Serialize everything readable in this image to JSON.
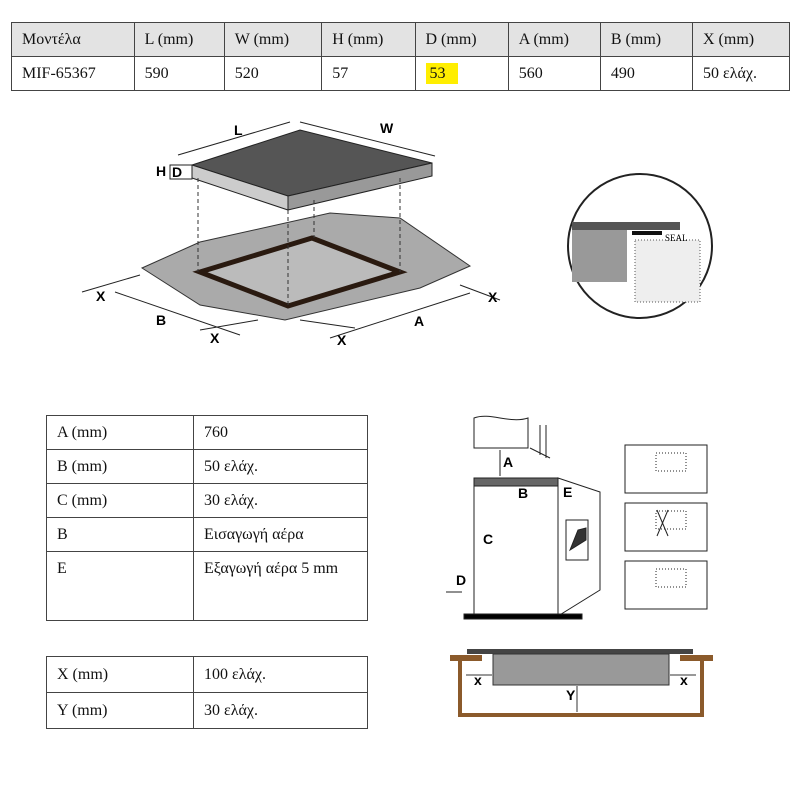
{
  "spec_table": {
    "headers": [
      "Μοντέλα",
      "L (mm)",
      "W (mm)",
      "H (mm)",
      "D (mm)",
      "A (mm)",
      "B (mm)",
      "X (mm)"
    ],
    "row": [
      "MIF-65367",
      "590",
      "520",
      "57",
      "53",
      "560",
      "490",
      "50 ελάχ."
    ],
    "highlight_color": "#ffee00"
  },
  "diagram_top": {
    "labels": {
      "L": "L",
      "W": "W",
      "H": "H",
      "D": "D",
      "X1": "X",
      "X2": "X",
      "X3": "X",
      "X4": "X",
      "B": "B",
      "A": "A"
    },
    "seal": "SEAL"
  },
  "clearance_table": [
    {
      "k": "A (mm)",
      "v": "760"
    },
    {
      "k": "B (mm)",
      "v": "50 ελάχ."
    },
    {
      "k": "C (mm)",
      "v": "30 ελάχ."
    },
    {
      "k": "B",
      "v": "Εισαγωγή αέρα"
    },
    {
      "k": "E",
      "v": "Εξαγωγή αέρα 5 mm"
    }
  ],
  "xy_table": [
    {
      "k": "X (mm)",
      "v": "100 ελάχ."
    },
    {
      "k": "Y (mm)",
      "v": "30 ελάχ."
    }
  ],
  "diagram_oven": {
    "labels": {
      "A": "A",
      "B": "B",
      "C": "C",
      "D": "D",
      "E": "E"
    }
  },
  "diagram_section": {
    "labels": {
      "x1": "x",
      "x2": "x",
      "y": "Y"
    }
  }
}
